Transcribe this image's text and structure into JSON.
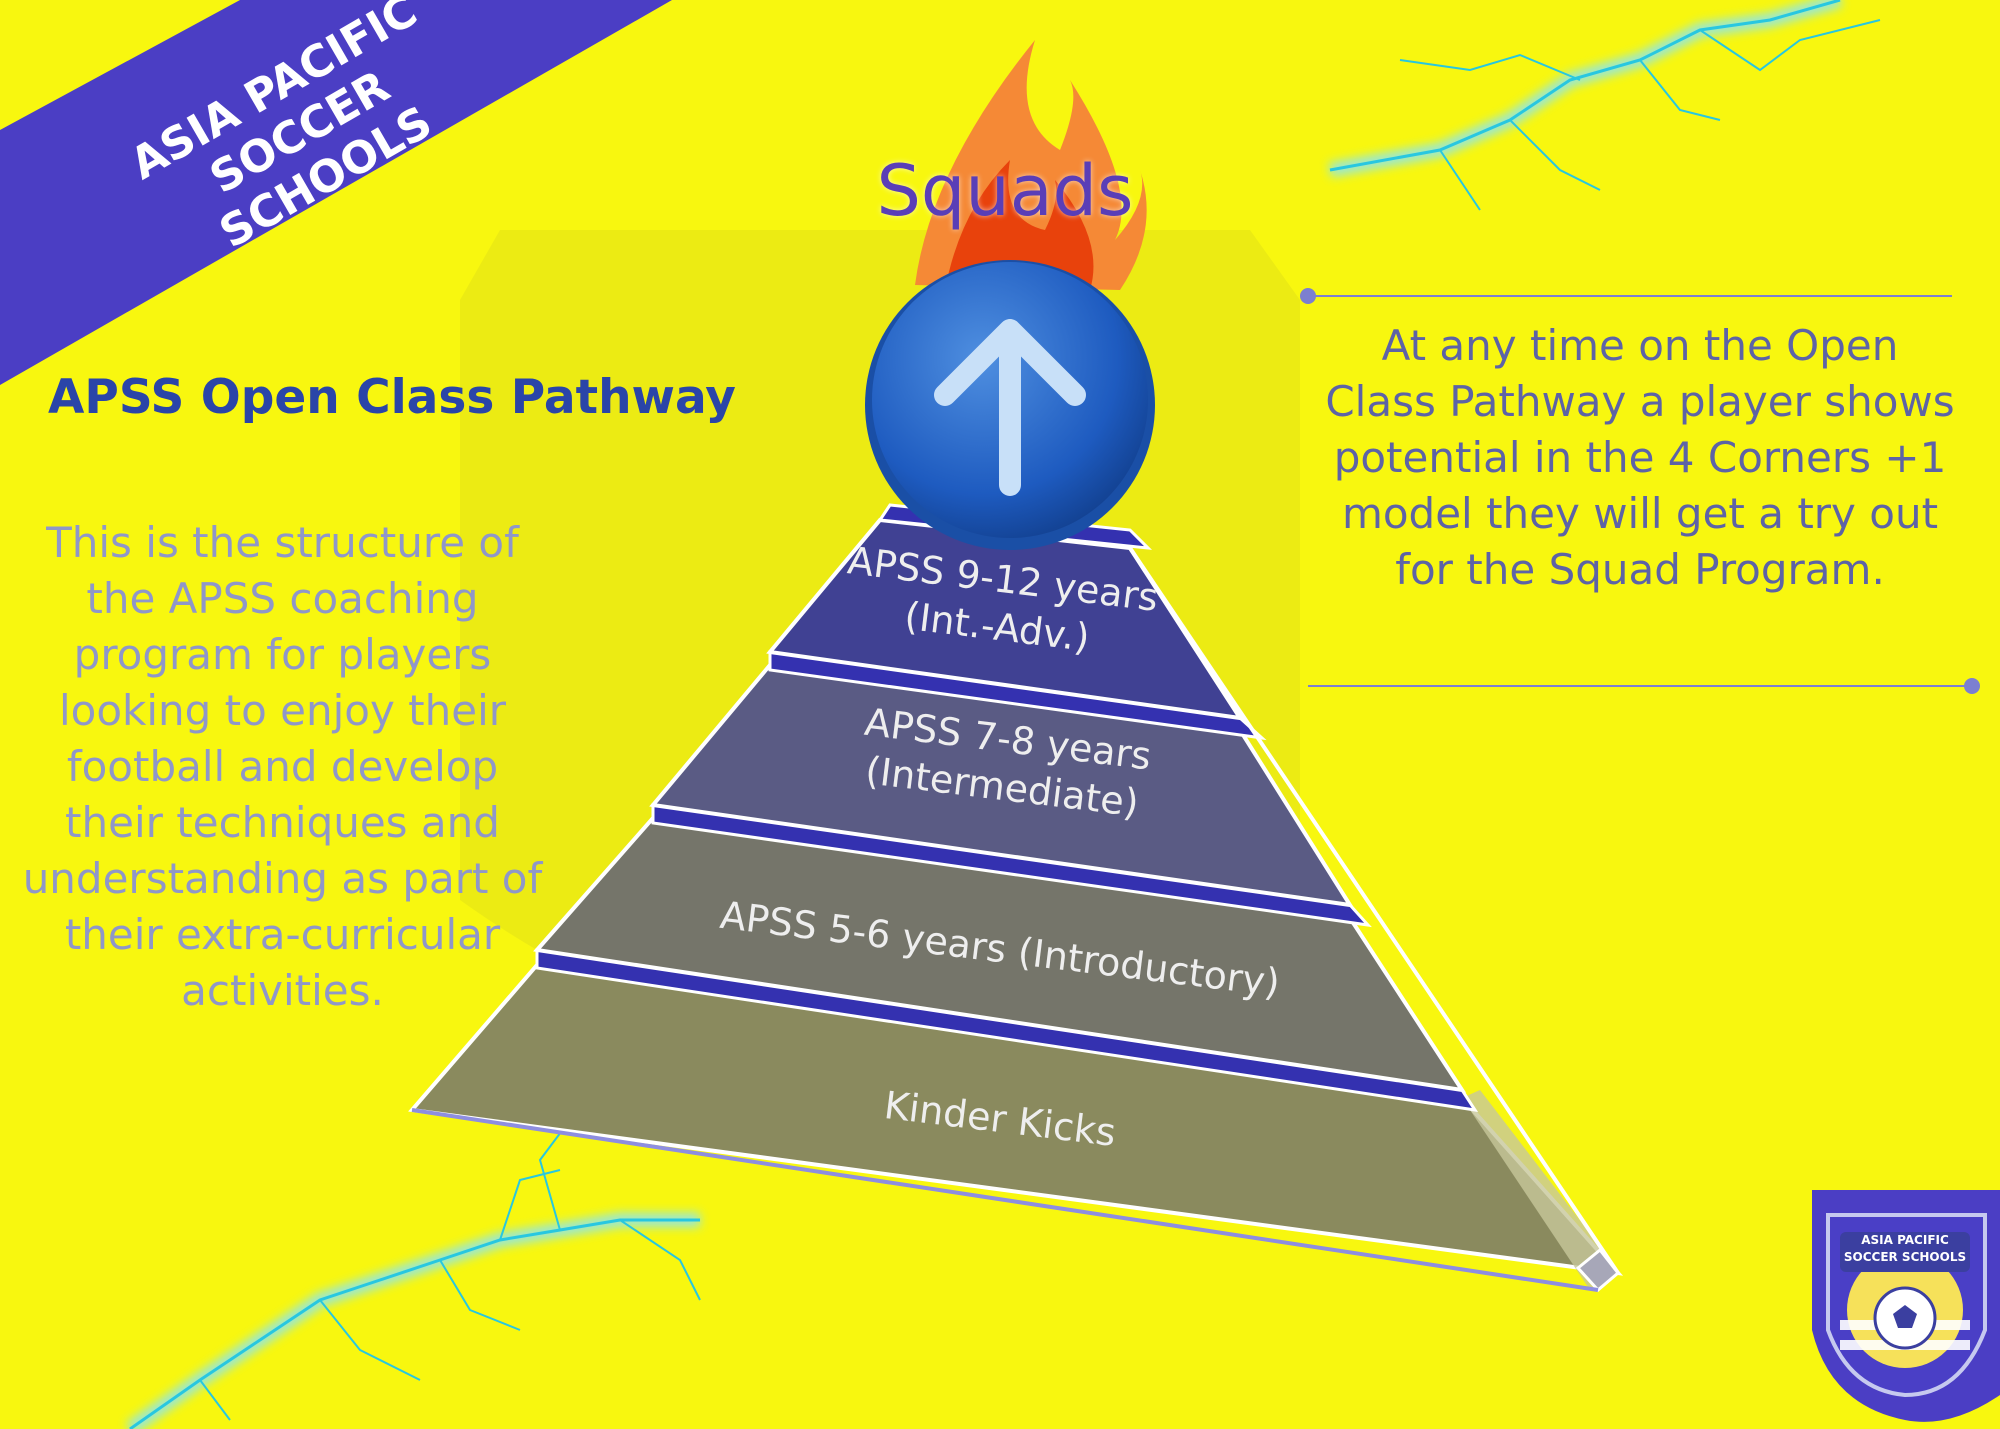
{
  "banner": {
    "line1": "ASIA PACIFIC",
    "line2": "SOCCER SCHOOLS"
  },
  "left_panel": {
    "title": "APSS Open Class Pathway",
    "body": "This is the structure of the APSS coaching program for players looking to enjoy their football and develop their techniques and understanding as part of their extra-curricular activities."
  },
  "right_panel": {
    "body": "At any time on the Open Class Pathway a player shows potential in the 4 Corners +1 model they will get a try out for the Squad Program."
  },
  "apex": {
    "label": "Squads",
    "icon": "up-arrow-icon"
  },
  "tiers": [
    {
      "label": "APSS 9-12 years (Int.-Adv.)"
    },
    {
      "label": "APSS 7-8 years (Intermediate)"
    },
    {
      "label": "APSS 5-6 years (Introductory)"
    },
    {
      "label": "Kinder Kicks"
    }
  ],
  "logo": {
    "line1": "ASIA PACIFIC",
    "line2": "SOCCER SCHOOLS"
  },
  "colors": {
    "background": "#f8f70f",
    "banner": "#4b3ec4",
    "title": "#2a45a8",
    "tier_top": "#3d3f93",
    "tier_bottom": "#8a8a5e",
    "separator": "#3431b0"
  }
}
